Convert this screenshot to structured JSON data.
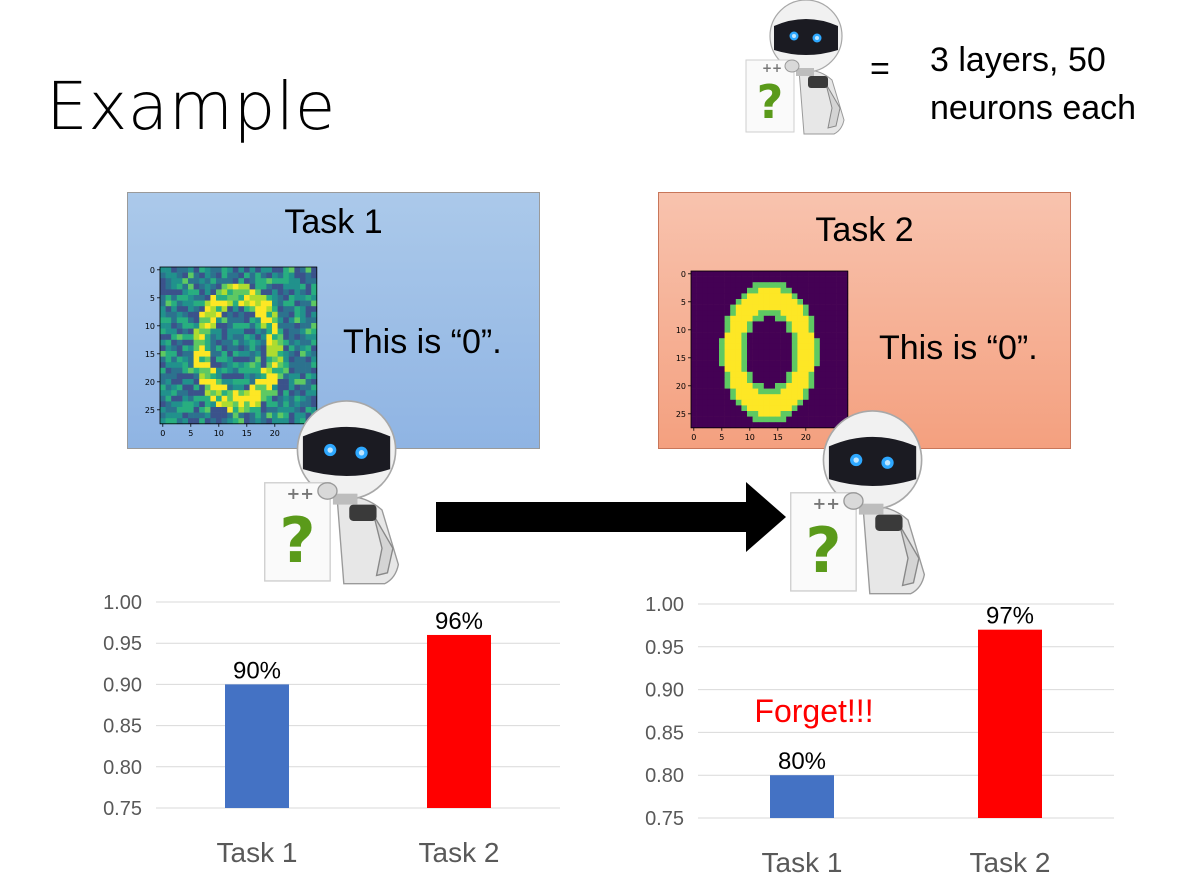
{
  "slide": {
    "title": "Example",
    "equals": "=",
    "legend_line1": "3 layers, 50",
    "legend_line2": "neurons each"
  },
  "tasks": [
    {
      "title": "Task 1",
      "caption": "This is “0”.",
      "image_style": "noisy",
      "axis_ticks": [
        "0",
        "5",
        "10",
        "15",
        "20",
        "25"
      ],
      "x_ticks": [
        "0",
        "5",
        "10",
        "15",
        "20"
      ]
    },
    {
      "title": "Task 2",
      "caption": "This is “0”.",
      "image_style": "clean",
      "axis_ticks": [
        "0",
        "5",
        "10",
        "15",
        "20",
        "25"
      ],
      "x_ticks": [
        "0",
        "5",
        "10",
        "15",
        "20"
      ]
    }
  ],
  "robot_sign": {
    "mark": "?",
    "tag": "++"
  },
  "colors": {
    "task1_bar": "#4472c4",
    "task2_bar": "#ff0000",
    "forget": "#ff0000",
    "panel1": "#9dbfe7",
    "panel2": "#f6b094",
    "arrow": "#000000"
  },
  "chart_data": [
    {
      "type": "bar",
      "categories": [
        "Task 1",
        "Task 2"
      ],
      "values": [
        0.9,
        0.96
      ],
      "data_labels": [
        "90%",
        "96%"
      ],
      "ylim": [
        0.75,
        1.0
      ],
      "yticks": [
        "0.75",
        "0.80",
        "0.85",
        "0.90",
        "0.95",
        "1.00"
      ],
      "grid": true
    },
    {
      "type": "bar",
      "categories": [
        "Task 1",
        "Task 2"
      ],
      "values": [
        0.8,
        0.97
      ],
      "data_labels": [
        "80%",
        "97%"
      ],
      "ylim": [
        0.75,
        1.0
      ],
      "yticks": [
        "0.75",
        "0.80",
        "0.85",
        "0.90",
        "0.95",
        "1.00"
      ],
      "grid": true,
      "annotation": "Forget!!!"
    }
  ]
}
